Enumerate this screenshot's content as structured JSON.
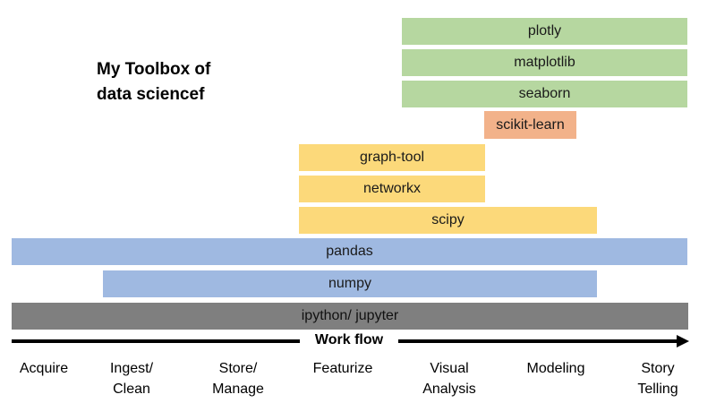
{
  "title": {
    "line1": "My Toolbox of",
    "line2": "data sciencef"
  },
  "tools": {
    "plotly": "plotly",
    "matplotlib": "matplotlib",
    "seaborn": "seaborn",
    "scikit_learn": "scikit-learn",
    "graph_tool": "graph-tool",
    "networkx": "networkx",
    "scipy": "scipy",
    "pandas": "pandas",
    "numpy": "numpy",
    "ipython": "ipython/ jupyter"
  },
  "workflow_label": "Work flow",
  "stages": {
    "acquire": {
      "line1": "Acquire",
      "line2": ""
    },
    "ingest": {
      "line1": "Ingest/",
      "line2": "Clean"
    },
    "store": {
      "line1": "Store/",
      "line2": "Manage"
    },
    "featurize": {
      "line1": "Featurize",
      "line2": ""
    },
    "visual": {
      "line1": "Visual",
      "line2": "Analysis"
    },
    "modeling": {
      "line1": "Modeling",
      "line2": ""
    },
    "story": {
      "line1": "Story",
      "line2": "Telling"
    }
  },
  "colors": {
    "visualization": "#b6d7a0",
    "modeling": "#f2b28a",
    "scientific": "#fcd97a",
    "data": "#9fb9e1",
    "environment": "#7f7f7f"
  }
}
